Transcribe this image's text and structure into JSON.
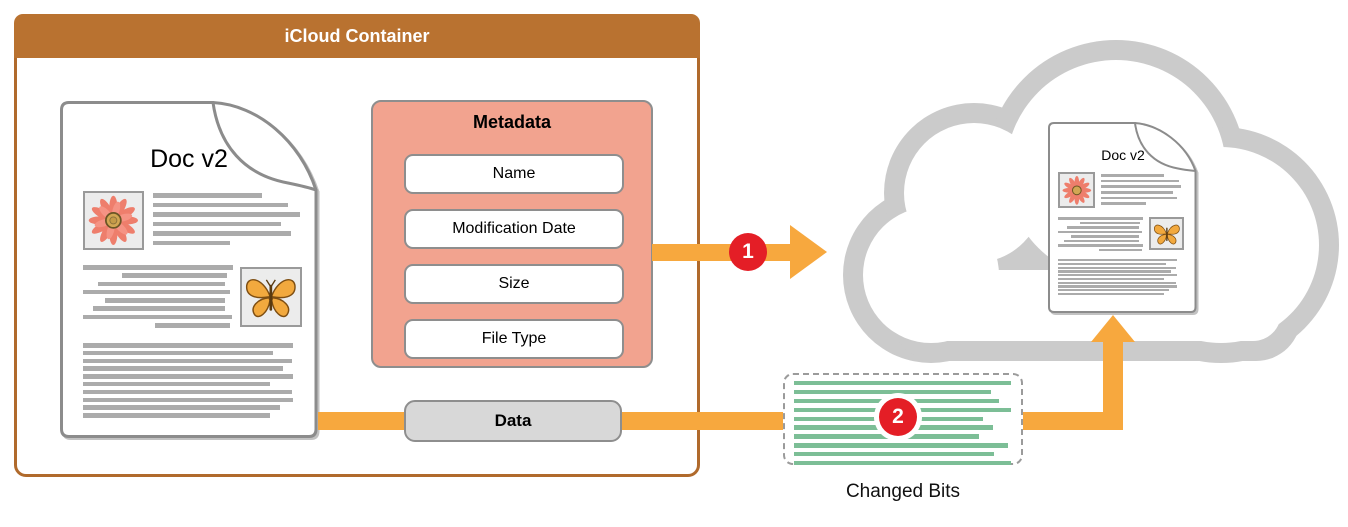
{
  "diagram": {
    "container": {
      "title": "iCloud Container"
    },
    "local_document": {
      "title": "Doc v2"
    },
    "metadata": {
      "title": "Metadata",
      "fields": [
        "Name",
        "Modification Date",
        "Size",
        "File Type"
      ]
    },
    "data_pill": {
      "label": "Data"
    },
    "flow": {
      "step1_badge": "1",
      "step2_badge": "2"
    },
    "changed_bits": {
      "label": "Changed Bits"
    },
    "cloud_document": {
      "title": "Doc v2"
    },
    "icons": [
      "flower-icon",
      "butterfly-icon",
      "cloud-icon",
      "arrow-right-icon",
      "arrow-up-icon"
    ],
    "colors": {
      "container_header": "#B97230",
      "metadata_fill": "#F2A38F",
      "arrow_orange": "#F7A83E",
      "badge_red": "#E41E26",
      "changed_bits_green": "#7CBE96",
      "cloud_gray": "#CBCBCB",
      "doc_line_gray": "#ABABAB"
    }
  }
}
